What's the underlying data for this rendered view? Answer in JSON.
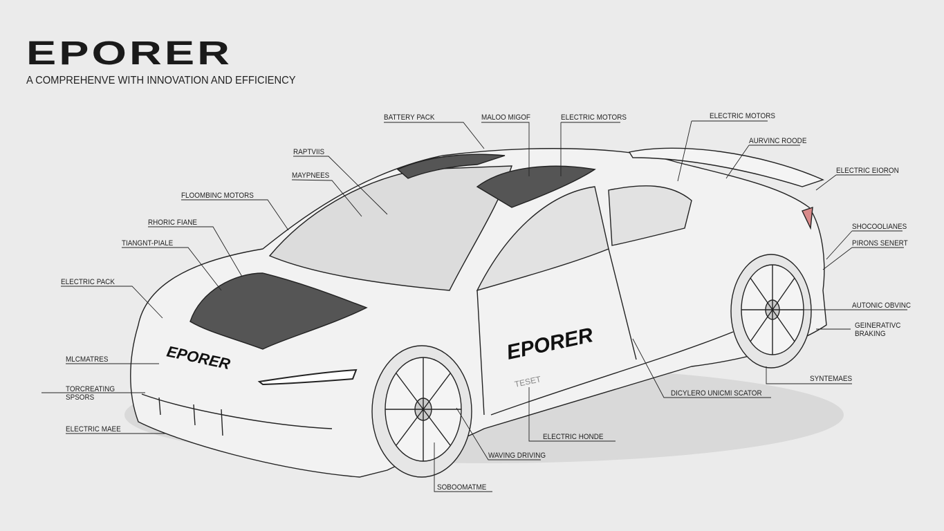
{
  "header": {
    "title": "EPORER",
    "subtitle": "A COMPREHENVE WITH INNOVATION AND EFFICIENCY"
  },
  "car": {
    "hood_logo": "EPORER",
    "door_logo": "EPORER",
    "door_badge": "TESET"
  },
  "labels": [
    "BATTERY PACK",
    "MALOO MIGOF",
    "ELECTRIC MOTORS",
    "ELECTRIC MOTORS",
    "AURVINC ROODE",
    "ELECTRIC EIORON",
    "SHOCOOLIANES",
    "PIRONS SENERT",
    "AUTONIC OBVINC",
    "GEINERATIVC",
    "BRAKING",
    "SYNTEMAES",
    "DICYLERO UNICMI SCATOR",
    "ELECTRIC HONDE",
    "WAVING DRIVING",
    "SOBOOMATME",
    "RAPTVIIS",
    "MAYPNEES",
    "FLOOMBINC MOTORS",
    "RHORIC FIANE",
    "TIANGNT-PIALE",
    "ELECTRIC PACK",
    "MLCMATRES",
    "TORCREATING",
    "SPSORS",
    "ELECTRIC MAEE"
  ],
  "colors": {
    "background": "#ebebeb",
    "line": "#222222",
    "taillight": "#d98a8a"
  }
}
